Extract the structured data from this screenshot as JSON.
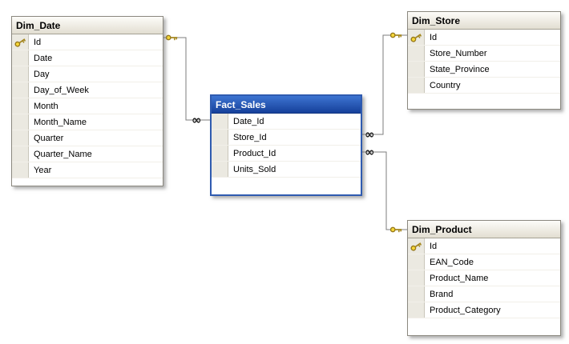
{
  "diagram": {
    "tables": [
      {
        "name": "Dim_Date",
        "selected": false,
        "columns": [
          {
            "name": "Id",
            "pk": true
          },
          {
            "name": "Date",
            "pk": false
          },
          {
            "name": "Day",
            "pk": false
          },
          {
            "name": "Day_of_Week",
            "pk": false
          },
          {
            "name": "Month",
            "pk": false
          },
          {
            "name": "Month_Name",
            "pk": false
          },
          {
            "name": "Quarter",
            "pk": false
          },
          {
            "name": "Quarter_Name",
            "pk": false
          },
          {
            "name": "Year",
            "pk": false
          }
        ]
      },
      {
        "name": "Fact_Sales",
        "selected": true,
        "columns": [
          {
            "name": "Date_Id",
            "pk": false
          },
          {
            "name": "Store_Id",
            "pk": false
          },
          {
            "name": "Product_Id",
            "pk": false
          },
          {
            "name": "Units_Sold",
            "pk": false
          }
        ]
      },
      {
        "name": "Dim_Store",
        "selected": false,
        "columns": [
          {
            "name": "Id",
            "pk": true
          },
          {
            "name": "Store_Number",
            "pk": false
          },
          {
            "name": "State_Province",
            "pk": false
          },
          {
            "name": "Country",
            "pk": false
          }
        ]
      },
      {
        "name": "Dim_Product",
        "selected": false,
        "columns": [
          {
            "name": "Id",
            "pk": true
          },
          {
            "name": "EAN_Code",
            "pk": false
          },
          {
            "name": "Product_Name",
            "pk": false
          },
          {
            "name": "Brand",
            "pk": false
          },
          {
            "name": "Product_Category",
            "pk": false
          }
        ]
      }
    ],
    "relationships": [
      {
        "one_table": "Dim_Date",
        "many_table": "Fact_Sales",
        "one_symbol": "key",
        "many_symbol": "∞"
      },
      {
        "one_table": "Dim_Store",
        "many_table": "Fact_Sales",
        "one_symbol": "key",
        "many_symbol": "∞"
      },
      {
        "one_table": "Dim_Product",
        "many_table": "Fact_Sales",
        "one_symbol": "key",
        "many_symbol": "∞"
      }
    ],
    "colors": {
      "canvas_bg": "#ffffff",
      "selected_header_top": "#3d74d1",
      "selected_header_bottom": "#16409a",
      "selected_border": "#2f5bb0",
      "header_top": "#fdfcf9",
      "header_bottom": "#e2ded1",
      "table_border": "#8b887f",
      "connector_line": "#7d7d7d",
      "key_gold": "#f7d838"
    }
  }
}
